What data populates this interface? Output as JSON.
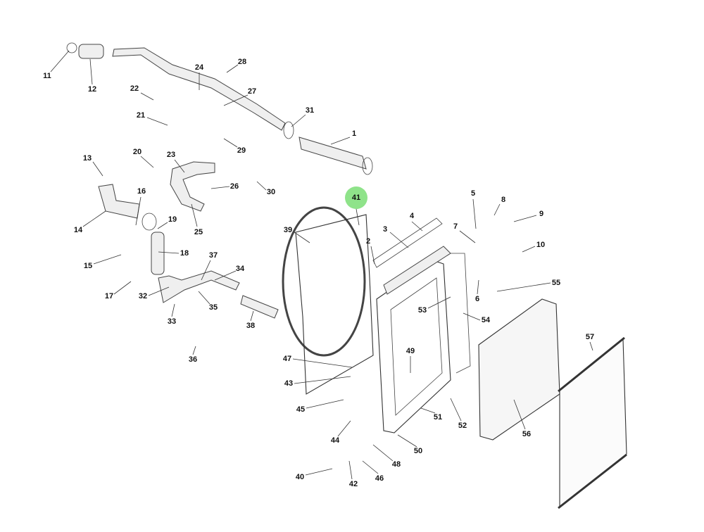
{
  "diagram": {
    "title": "Radiator and intercooler assembly exploded view",
    "highlight_color": "#8fe38a",
    "highlighted_part": "41",
    "labels": [
      "1",
      "2",
      "3",
      "4",
      "5",
      "6",
      "7",
      "8",
      "9",
      "10",
      "11",
      "12",
      "13",
      "14",
      "15",
      "16",
      "17",
      "18",
      "19",
      "20",
      "21",
      "22",
      "23",
      "24",
      "25",
      "26",
      "27",
      "28",
      "29",
      "30",
      "31",
      "32",
      "33",
      "34",
      "35",
      "36",
      "37",
      "38",
      "39",
      "40",
      "41",
      "42",
      "43",
      "44",
      "45",
      "46",
      "47",
      "48",
      "49",
      "50",
      "51",
      "52",
      "53",
      "54",
      "55",
      "56",
      "57"
    ]
  }
}
